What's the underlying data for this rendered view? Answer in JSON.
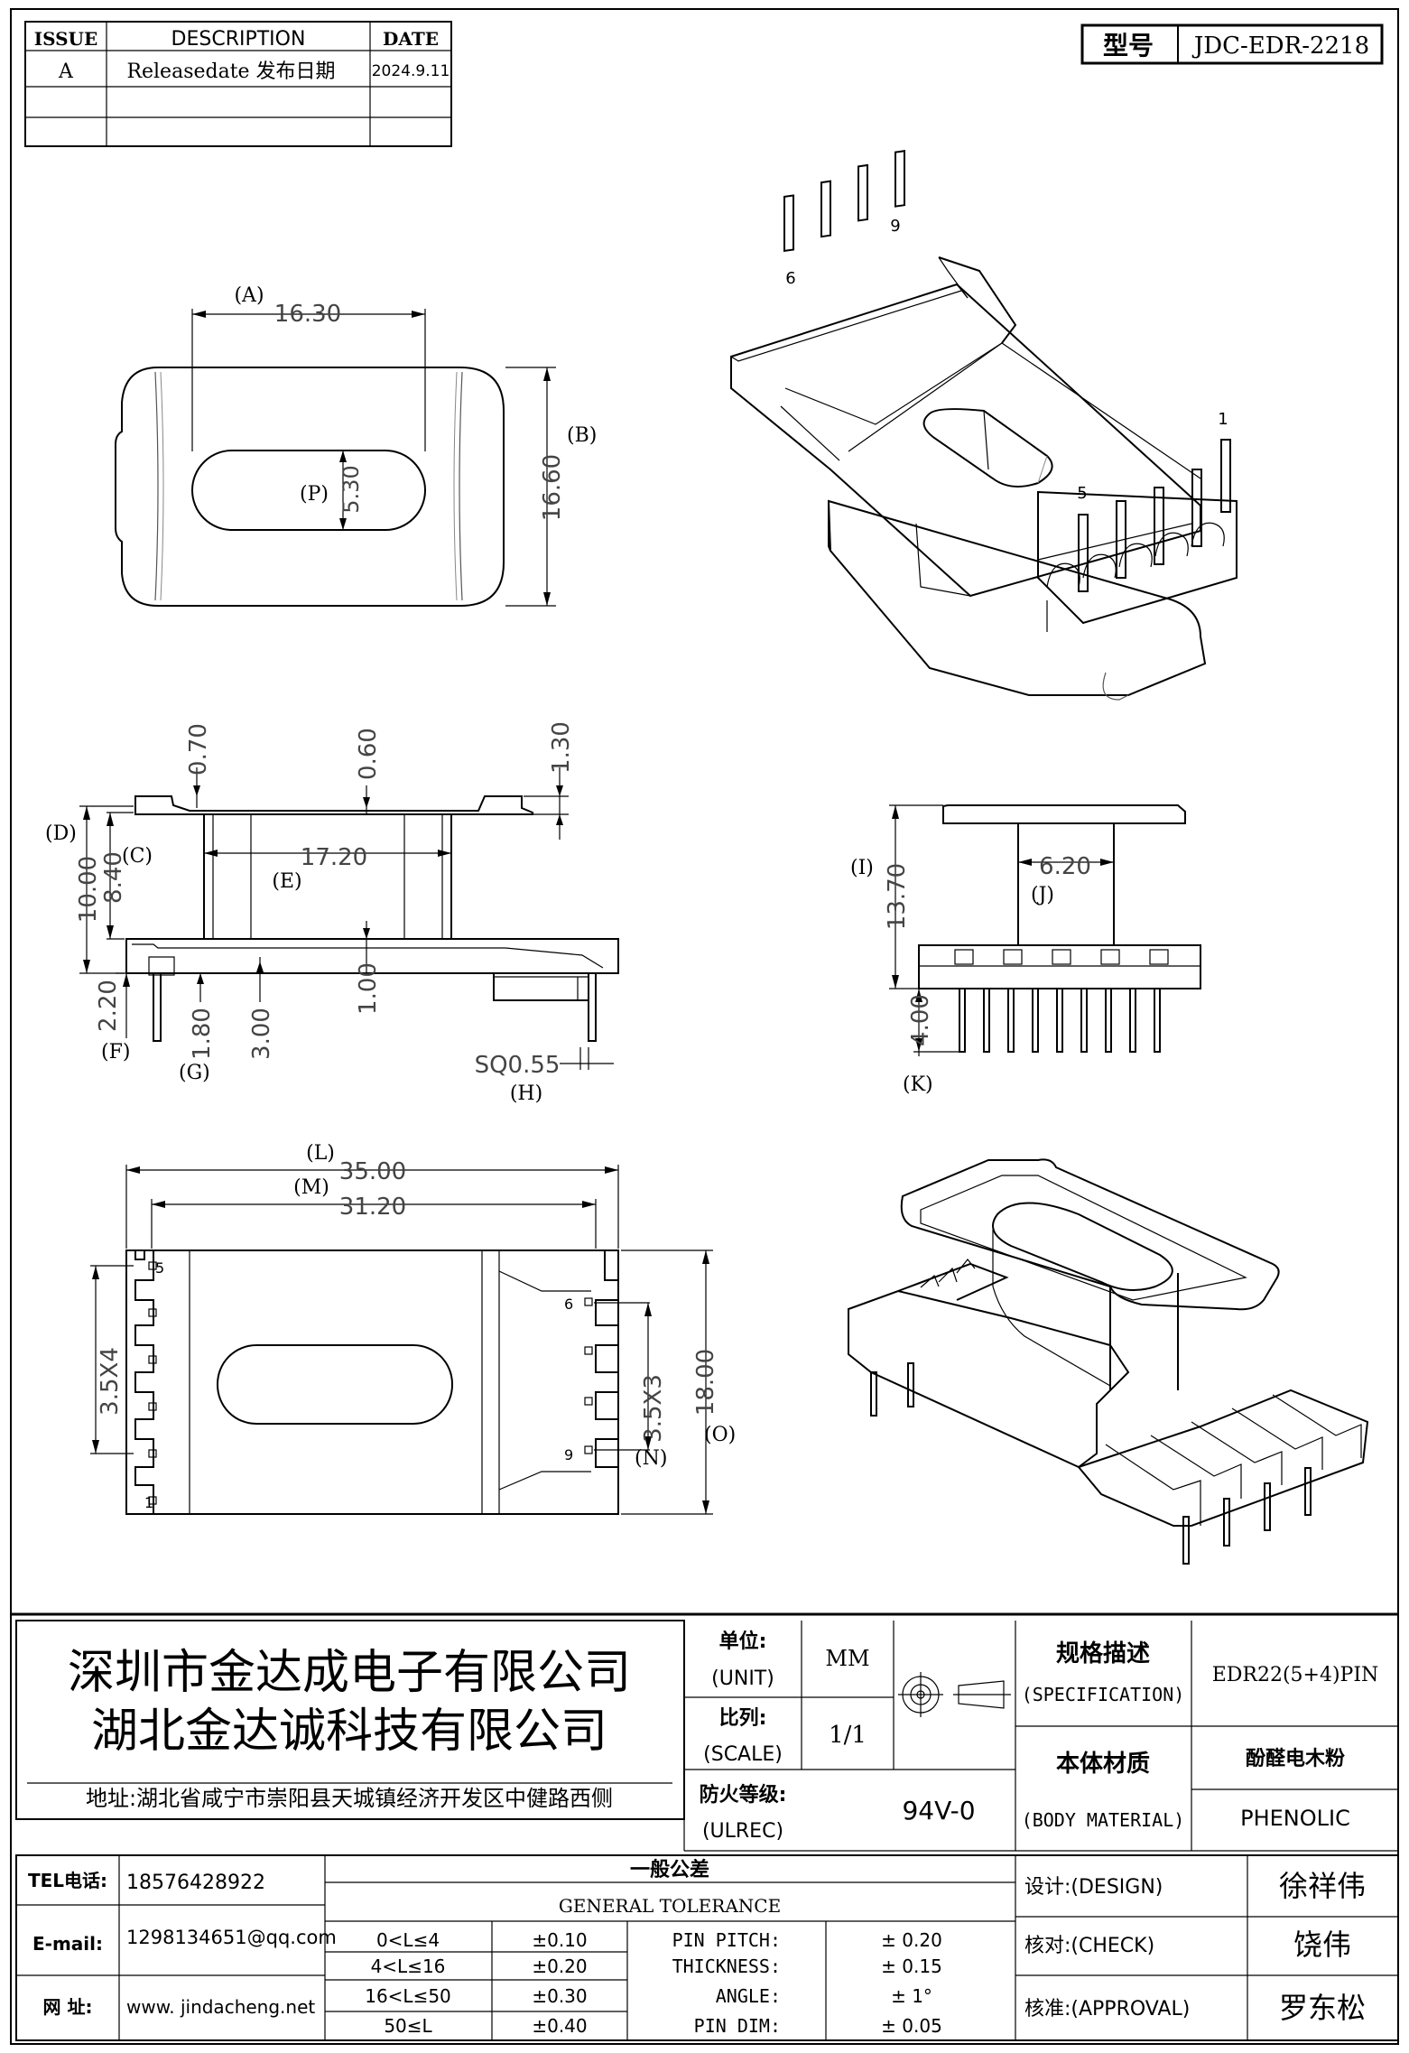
{
  "revision_table": {
    "headers": [
      "ISSUE",
      "DESCRIPTION",
      "DATE"
    ],
    "rows": [
      {
        "issue": "A",
        "description": "Releasedate 发布日期",
        "date": "2024.9.11"
      }
    ]
  },
  "model": {
    "label": "型号",
    "value": "JDC-EDR-2218"
  },
  "views": {
    "top": {
      "dims": {
        "a": "16.30",
        "b": "16.60",
        "p": "5.30"
      },
      "labels": {
        "a": "(A)",
        "b": "(B)",
        "p": "(P)"
      }
    },
    "front": {
      "dims": {
        "d1": "0.70",
        "d2": "0.60",
        "d3": "1.30",
        "e": "17.20",
        "d": "10.00",
        "c": "8.40",
        "f": "2.20",
        "g": "1.80",
        "g2": "3.00",
        "e2": "1.00",
        "h": "SQ0.55"
      },
      "labels": {
        "d": "(D)",
        "c": "(C)",
        "e": "(E)",
        "f": "(F)",
        "g": "(G)",
        "h": "(H)"
      }
    },
    "side": {
      "dims": {
        "j": "6.20",
        "i": "13.70",
        "k": "4.00"
      },
      "labels": {
        "i": "(I)",
        "j": "(J)",
        "k": "(K)"
      }
    },
    "bottom": {
      "dims": {
        "l": "35.00",
        "m": "31.20",
        "left_pitch": "3.5X4",
        "right_pitch": "3.5X3",
        "o": "18.00"
      },
      "labels": {
        "l": "(L)",
        "m": "(M)",
        "n": "(N)",
        "o": "(O)"
      },
      "pin_numbers": {
        "p5": "5",
        "p1": "1",
        "p6": "6",
        "p9": "9"
      }
    },
    "iso_pin_numbers": {
      "p9": "9",
      "p6": "6",
      "p1": "1",
      "p5": "5"
    }
  },
  "title_block": {
    "company_1": "深圳市金达成电子有限公司",
    "company_2": "湖北金达诚科技有限公司",
    "address": "地址:湖北省咸宁市崇阳县天城镇经济开发区中健路西侧",
    "unit_label": "单位:",
    "unit_label_en": "(UNIT)",
    "unit_value": "MM",
    "scale_label": "比列:",
    "scale_label_en": "(SCALE)",
    "scale_value": "1/1",
    "fire_label": "防火等级:",
    "fire_label_en": "(ULREC)",
    "fire_value": "94V-0",
    "spec_label": "规格描述",
    "spec_label_en": "(SPECIFICATION)",
    "spec_value": "EDR22(5+4)PIN",
    "material_label": "本体材质",
    "material_label_en": "(BODY MATERIAL)",
    "material_value_cn": "酚醛电木粉",
    "material_value_en": "PHENOLIC",
    "tel_label": "TEL电话:",
    "tel_value": "18576428922",
    "email_label": "E-mail:",
    "email_value": "1298134651@qq.com",
    "web_label": "网 址:",
    "web_value": "www. jindacheng.net",
    "tolerance_title_cn": "一般公差",
    "tolerance_title_en": "GENERAL TOLERANCE",
    "tolerance_ranges": [
      {
        "range": "0<L≤4",
        "value": "±0.10"
      },
      {
        "range": "4<L≤16",
        "value": "±0.20"
      },
      {
        "range": "16<L≤50",
        "value": "±0.30"
      },
      {
        "range": "50≤L",
        "value": "±0.40"
      }
    ],
    "tolerance_items": [
      {
        "name": "PIN PITCH:",
        "value": "± 0.20"
      },
      {
        "name": "THICKNESS:",
        "value": "± 0.15"
      },
      {
        "name": "ANGLE:",
        "value": "± 1°"
      },
      {
        "name": "PIN DIM:",
        "value": "± 0.05"
      }
    ],
    "design_label": "设计:(DESIGN)",
    "design_value": "徐祥伟",
    "check_label": "核对:(CHECK)",
    "check_value": "饶伟",
    "approval_label": "核准:(APPROVAL)",
    "approval_value": "罗东松"
  }
}
